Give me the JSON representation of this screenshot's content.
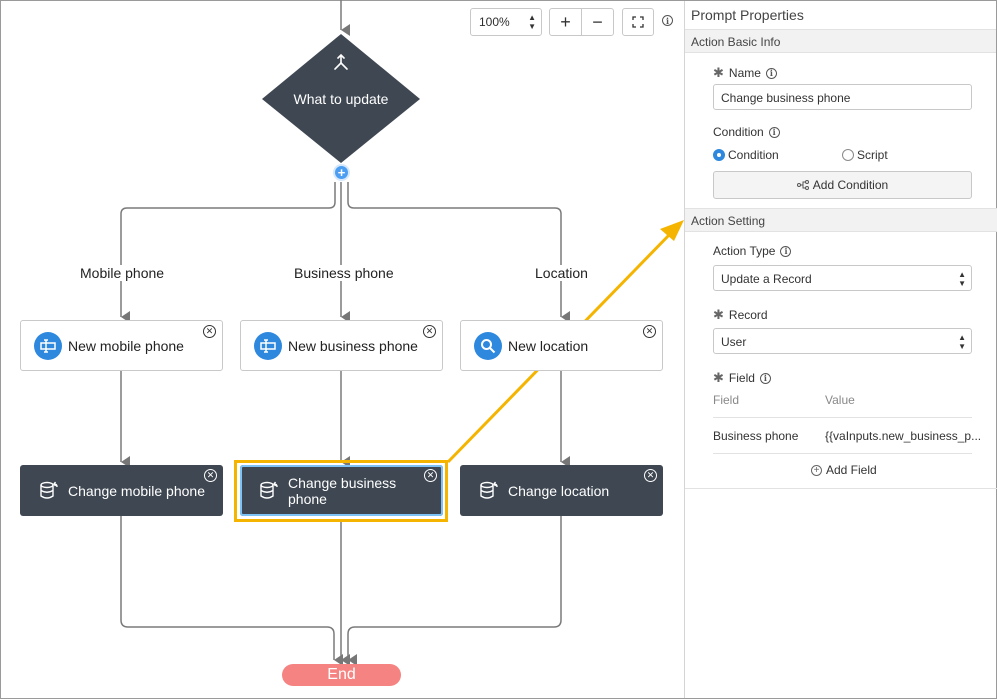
{
  "canvas": {
    "zoom_value": "100%",
    "zoom_in_label": "+",
    "zoom_out_label": "−",
    "decision": {
      "label": "What to update",
      "icon": "split-arrows-icon"
    },
    "branches": [
      "Mobile phone",
      "Business phone",
      "Location"
    ],
    "input_nodes": [
      {
        "label": "New mobile phone",
        "icon": "text-input-icon"
      },
      {
        "label": "New business phone",
        "icon": "text-input-icon"
      },
      {
        "label": "New location",
        "icon": "search-icon"
      }
    ],
    "action_nodes": [
      {
        "label": "Change mobile phone",
        "icon": "database-icon"
      },
      {
        "label": "Change business phone",
        "icon": "database-icon",
        "selected": true
      },
      {
        "label": "Change location",
        "icon": "database-icon"
      }
    ],
    "end_label": "End",
    "colors": {
      "dark_node": "#3e4752",
      "accent": "#2e88dd",
      "highlight": "#f4b400",
      "end": "#f58382"
    }
  },
  "panel": {
    "title": "Prompt Properties",
    "basic": {
      "header": "Action Basic Info",
      "name_label": "Name",
      "name_value": "Change business phone",
      "condition_label": "Condition",
      "radio_condition": "Condition",
      "radio_script": "Script",
      "add_condition": "Add Condition"
    },
    "setting": {
      "header": "Action Setting",
      "type_label": "Action Type",
      "type_value": "Update a Record",
      "record_label": "Record",
      "record_value": "User",
      "field_label": "Field",
      "col_field": "Field",
      "col_value": "Value",
      "row_field": "Business phone",
      "row_value": "{{vaInputs.new_business_p...",
      "add_field": "Add Field"
    }
  }
}
